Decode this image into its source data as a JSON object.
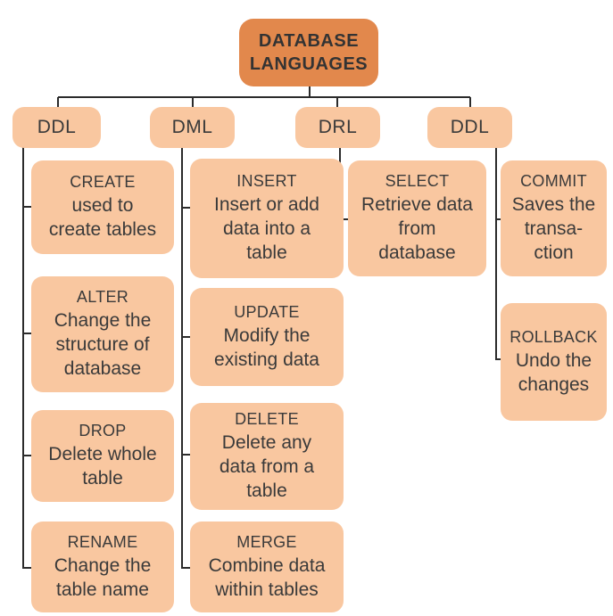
{
  "theme": {
    "root_fill": "#E2884C",
    "node_fill": "#F9C7A0",
    "connector": "#2B2B2B",
    "text": "#3A3A3A",
    "background": "#FFFFFF"
  },
  "root": {
    "label": "DATABASE\nLANGUAGES"
  },
  "columns": [
    {
      "label": "DDL",
      "children": [
        {
          "title": "CREATE",
          "body": "used to\ncreate tables"
        },
        {
          "title": "ALTER",
          "body": "Change the\nstructure of\ndatabase"
        },
        {
          "title": "DROP",
          "body": "Delete whole\ntable"
        },
        {
          "title": "RENAME",
          "body": "Change the\ntable name"
        }
      ]
    },
    {
      "label": "DML",
      "children": [
        {
          "title": "INSERT",
          "body": "Insert or add\ndata into a\ntable"
        },
        {
          "title": "UPDATE",
          "body": "Modify the\nexisting data"
        },
        {
          "title": "DELETE",
          "body": "Delete any\ndata from a\ntable"
        },
        {
          "title": "MERGE",
          "body": "Combine data\nwithin tables"
        }
      ]
    },
    {
      "label": "DRL",
      "children": [
        {
          "title": "SELECT",
          "body": "Retrieve data\nfrom\ndatabase"
        }
      ]
    },
    {
      "label": "DDL",
      "children": [
        {
          "title": "COMMIT",
          "body": "Saves the\ntransa-\nction"
        },
        {
          "title": "ROLLBACK",
          "body": "Undo the\nchanges"
        }
      ]
    }
  ]
}
